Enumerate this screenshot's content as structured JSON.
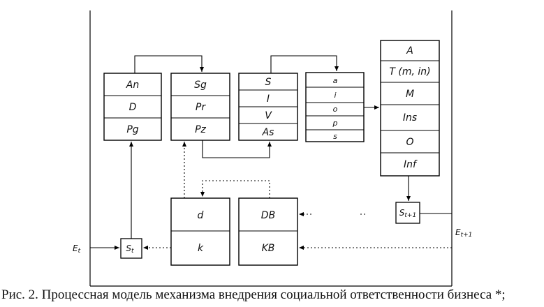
{
  "blocks": {
    "col1": [
      "An",
      "D",
      "Pg"
    ],
    "col2": [
      "Sg",
      "Pr",
      "Pz"
    ],
    "col3": [
      "S",
      "I",
      "V",
      "As"
    ],
    "col4": [
      "a",
      "i",
      "o",
      "p",
      "s"
    ],
    "col5": [
      "A",
      "T (m, in)",
      "M",
      "Ins",
      "O",
      "Inf"
    ],
    "col6": [
      "d",
      "k"
    ],
    "col7": [
      "DB",
      "KB"
    ]
  },
  "nodes": {
    "st_main": "S",
    "st_main_sub": "t",
    "st_next": "S",
    "st_next_sub": "t+1"
  },
  "labels": {
    "et": "E",
    "et_sub": "t",
    "et1": "E",
    "et1_sub": "t+1"
  },
  "caption": "Рис. 2. Процессная модель механизма внедрения социальной ответственности бизнеса *;"
}
